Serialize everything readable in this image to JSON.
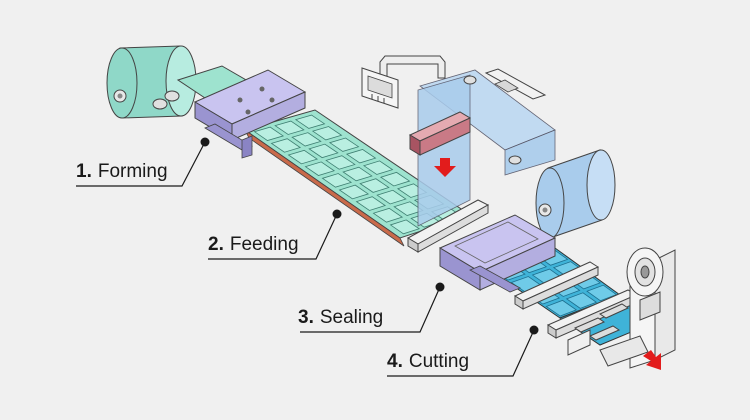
{
  "colors": {
    "background": "#f0f0f0",
    "forming_film": "#8fd8c8",
    "forming_tray": "#9ee3cf",
    "lid_film": "#a9ccec",
    "platen": "#b3aee0",
    "heater": "#c97a86",
    "sealed_tray": "#3fb3d8",
    "arrow": "#e21c1c",
    "line": "#1a1a1a"
  },
  "steps": [
    {
      "number": "1.",
      "name": "Forming"
    },
    {
      "number": "2.",
      "name": "Feeding"
    },
    {
      "number": "3.",
      "name": "Sealing"
    },
    {
      "number": "4.",
      "name": "Cutting"
    }
  ],
  "icons": {
    "arrow_down": "red-down-arrow-icon",
    "arrow_out": "red-diagonal-arrow-icon",
    "panel": "control-panel-icon"
  }
}
